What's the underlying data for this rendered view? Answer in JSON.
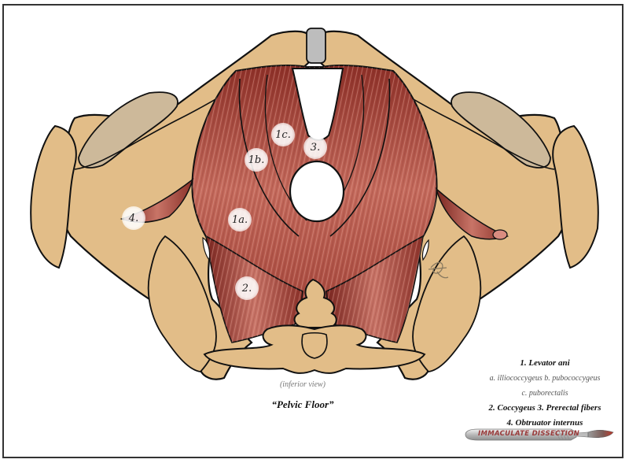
{
  "title": "“Pelvic Floor”",
  "view": "(inferior view)",
  "labels": {
    "l1a": "1a.",
    "l1b": "1b.",
    "l1c": "1c.",
    "l2": "2.",
    "l3": "3.",
    "l4": "4."
  },
  "legend": {
    "item1": "1. Levator ani",
    "item1_sub1": "a. illiococcygeus b. pubococcygeus",
    "item1_sub2": "c. puborectalis",
    "item2_3": "2. Coccygeus 3. Prerectal fibers",
    "item4": "4. Obtruator internus"
  },
  "logo": {
    "text": "IMMACULATE DISSECTION",
    "icon": "scalpel-icon"
  },
  "colors": {
    "bone": "#e2bd88",
    "bone_inner": "#cdb99a",
    "muscle": "#b5574b",
    "muscle_dark": "#7a2620",
    "cartilage": "#bdbdbd",
    "outline": "#111111",
    "frame": "#333333"
  }
}
